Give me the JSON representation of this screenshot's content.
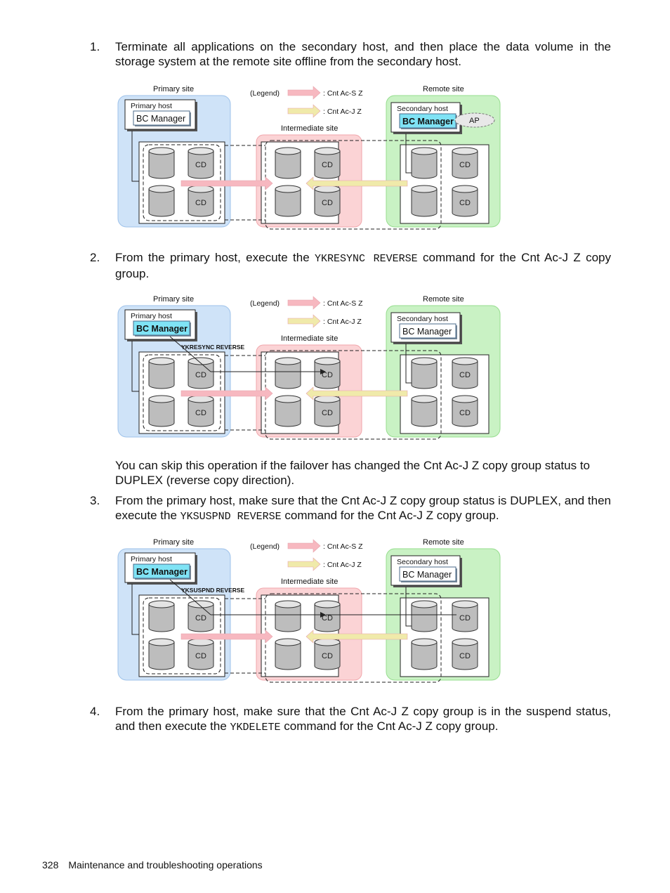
{
  "steps": [
    {
      "num": "1.",
      "text": "Terminate all applications on the secondary host, and then place the data volume in the storage system at the remote site offline from the secondary host."
    },
    {
      "num": "2.",
      "pre": "From the primary host, execute the ",
      "cmd": "YKRESYNC REVERSE",
      "post": " command for the Cnt Ac-J Z copy group.",
      "note": "You can skip this operation if the failover has changed the Cnt Ac-J Z copy group status to DUPLEX (reverse copy direction)."
    },
    {
      "num": "3.",
      "pre": "From the primary host, make sure that the Cnt Ac-J Z copy group status is DUPLEX, and then execute the ",
      "cmd": "YKSUSPND REVERSE",
      "post": " command for the Cnt Ac-J Z copy group."
    },
    {
      "num": "4.",
      "pre": "From the primary host, make sure that the Cnt Ac-J Z copy group is in the suspend status, and then execute the ",
      "cmd": "YKDELETE",
      "post": " command for the Cnt Ac-J Z copy group."
    }
  ],
  "diagram_labels": {
    "primary_site": "Primary site",
    "remote_site": "Remote site",
    "intermediate_site": "Intermediate site",
    "primary_host": "Primary host",
    "secondary_host": "Secondary host",
    "bc_manager": "BC Manager",
    "legend": "(Legend)",
    "legend_acs": ": Cnt Ac-S Z",
    "legend_acj": ": Cnt Ac-J Z",
    "cd": "CD",
    "ap": "AP"
  },
  "figures": [
    {
      "active_host": "secondary",
      "show_ap": true,
      "command": "",
      "remote_upper_is_cd": true
    },
    {
      "active_host": "primary",
      "show_ap": false,
      "command": "YKRESYNC REVERSE",
      "remote_upper_is_cd": true
    },
    {
      "active_host": "primary",
      "show_ap": false,
      "command": "YKSUSPND REVERSE",
      "remote_upper_is_cd": true
    }
  ],
  "colors": {
    "primary_site_bg": "#cfe3f8",
    "remote_site_bg": "#c9f2c4",
    "intermediate_site_bg": "#fbd3d5",
    "acs_arrow": "#f7b8c0",
    "acj_arrow": "#f0eaaa",
    "bc_active": "#7fe3f5"
  },
  "footer": {
    "page": "328",
    "section": "Maintenance and troubleshooting operations"
  }
}
